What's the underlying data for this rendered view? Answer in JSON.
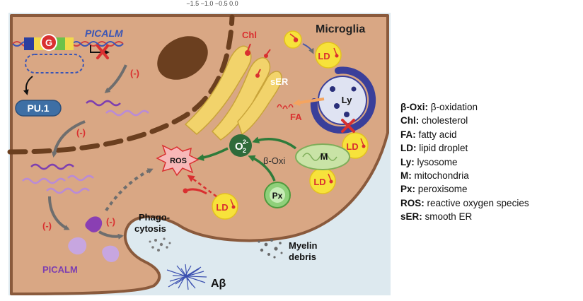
{
  "figure": {
    "top_axis_ticks": "−1.5  −1.0  −0.5   0.0",
    "labels": {
      "picalm_gene": "PICALM",
      "gwas_mark": "G",
      "inhibit": "(-)",
      "pu1": "PU.1",
      "chl": "Chl",
      "ser": "sER",
      "microglia": "Microglia",
      "ld": "LD",
      "ly": "Ly",
      "fa": "FA",
      "ros": "ROS",
      "o2": "O",
      "o2_sup": "2-",
      "o2_sub": "2",
      "beta_oxi": "β-Oxi",
      "mito": "M",
      "px": "Px",
      "phago_line1": "Phago-",
      "phago_line2": "cytosis",
      "myelin_line1": "Myelin",
      "myelin_line2": "debris",
      "abeta": "Aβ",
      "picalm_protein": "PICALM"
    },
    "colors": {
      "cell_fill": "#d9a784",
      "cell_border": "#8a5a3c",
      "extracellular": "#dde9ef",
      "nucleus_dash": "#6b3f1f",
      "er": "#f2d36b",
      "ld": "#f7e23b",
      "lysosome": "#3a3f9a",
      "mito": "#c9e3a6",
      "px": "#8fd07a",
      "ros": "#f7b8b8",
      "inhibit_red": "#d93030",
      "green_arrow": "#2e7b3a",
      "purple": "#8a3fb3",
      "pu1": "#3e6fa5"
    }
  },
  "legend": {
    "items": [
      {
        "abbr": "β-Oxi:",
        "desc": " β-oxidation"
      },
      {
        "abbr": "Chl:",
        "desc": " cholesterol"
      },
      {
        "abbr": "FA:",
        "desc": " fatty acid"
      },
      {
        "abbr": "LD:",
        "desc": " lipid droplet"
      },
      {
        "abbr": "Ly:",
        "desc": " lysosome"
      },
      {
        "abbr": "M:",
        "desc": " mitochondria"
      },
      {
        "abbr": "Px:",
        "desc": " peroxisome"
      },
      {
        "abbr": "ROS:",
        "desc": " reactive oxygen species"
      },
      {
        "abbr": "sER:",
        "desc": " smooth ER"
      }
    ]
  }
}
